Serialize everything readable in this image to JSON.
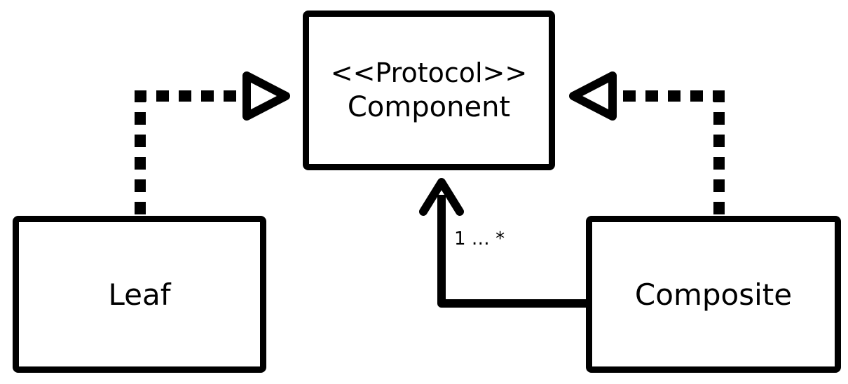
{
  "component": {
    "stereotype": "<<Protocol>>",
    "name": "Component"
  },
  "leaf": {
    "name": "Leaf"
  },
  "composite": {
    "name": "Composite"
  },
  "association": {
    "multiplicity": "1 … *"
  },
  "colors": {
    "stroke": "#000000",
    "background": "#ffffff"
  }
}
